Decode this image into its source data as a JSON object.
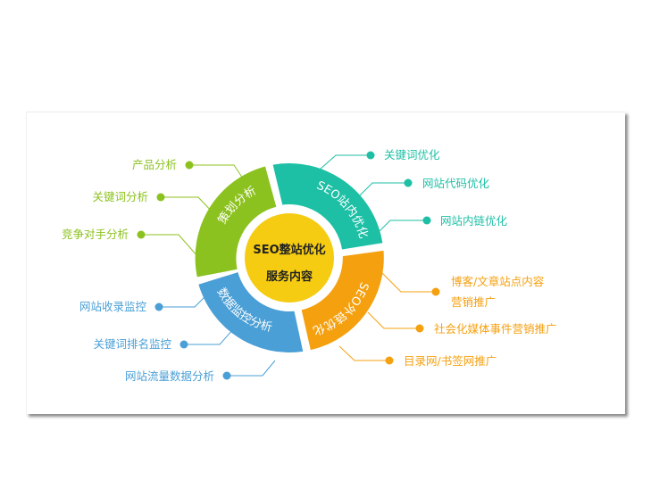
{
  "diagram": {
    "center": {
      "line1": "SEO整站优化",
      "line2": "服务内容",
      "color": "#f5cc12"
    },
    "segments": [
      {
        "id": "planning",
        "label": "策划分析",
        "color": "#8cc21f",
        "items": [
          "产品分析",
          "关键词分析",
          "竞争对手分析"
        ]
      },
      {
        "id": "onsite",
        "label": "SEO站内优化",
        "color": "#1dbfa5",
        "items": [
          "关键词优化",
          "网站代码优化",
          "网站内链优化"
        ]
      },
      {
        "id": "offsite",
        "label": "SEO外链优化",
        "color": "#f5a00f",
        "items": [
          "博客/文章站点内容",
          "营销推广",
          "社会化媒体事件营销推广",
          "目录网/书签网推广"
        ]
      },
      {
        "id": "monitoring",
        "label": "数据监控分析",
        "color": "#4a9fd6",
        "items": [
          "网站收录监控",
          "关键词排名监控",
          "网站流量数据分析"
        ]
      }
    ]
  }
}
